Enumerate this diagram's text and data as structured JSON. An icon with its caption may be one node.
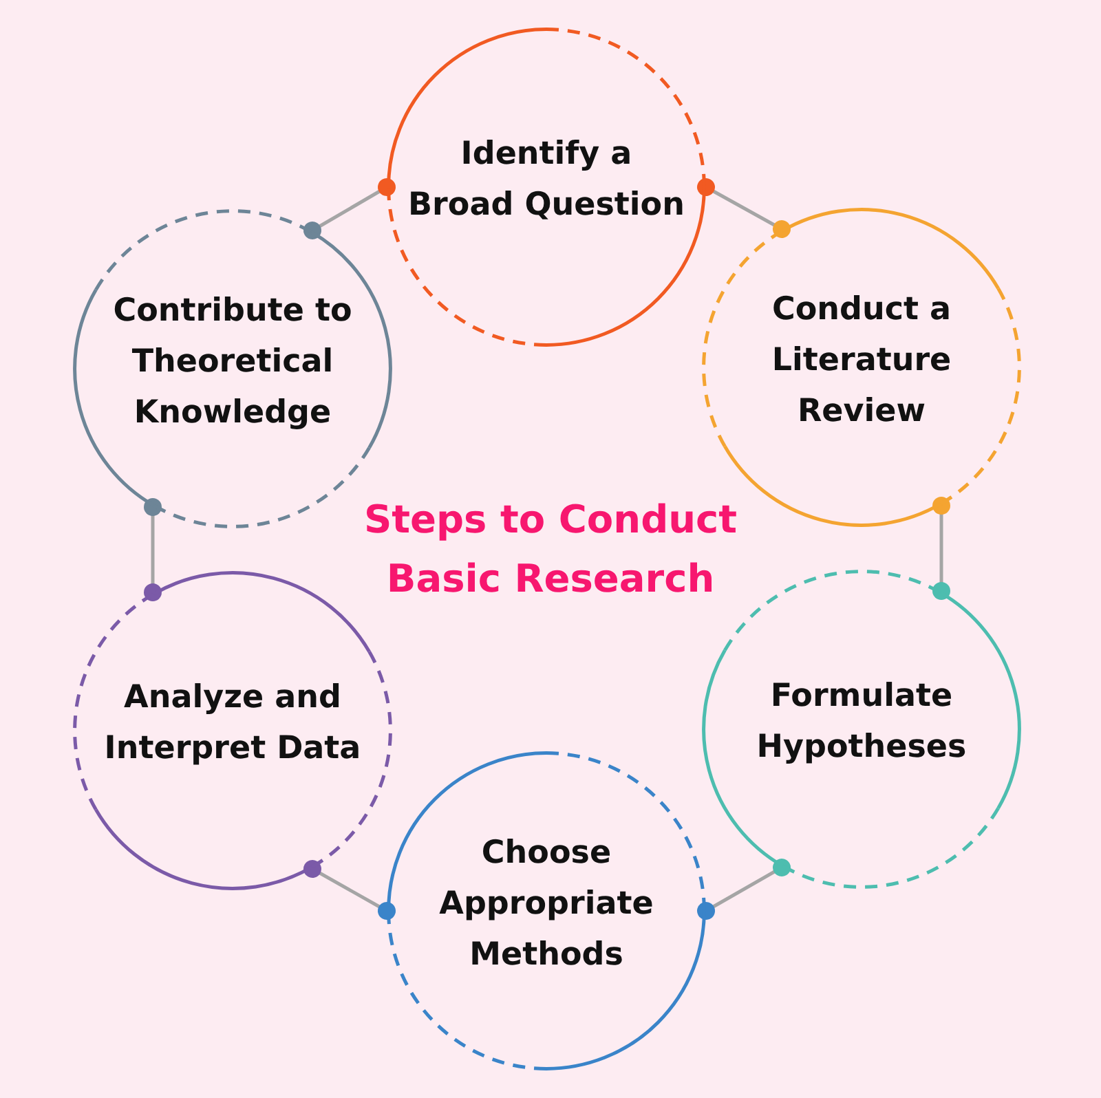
{
  "diagram": {
    "title": "Steps to Conduct Basic Research",
    "nodes": [
      {
        "text": [
          "Identify a Broad Question"
        ]
      },
      {
        "text": [
          "Conduct a Literature Review"
        ]
      },
      {
        "text": [
          "Formulate Hypotheses"
        ]
      },
      {
        "text": [
          "Choose Appropriate Methods"
        ]
      },
      {
        "text": [
          "Analyze and Interpret Data"
        ]
      },
      {
        "text": [
          "Contribute to Theoretical Knowledge"
        ]
      }
    ],
    "edges": [
      {
        "from": 0,
        "to": 1,
        "arrow": "other"
      },
      {
        "from": 1,
        "to": 2,
        "arrow": "other"
      },
      {
        "from": 2,
        "to": 3,
        "arrow": "other"
      },
      {
        "from": 3,
        "to": 4,
        "arrow": "other"
      },
      {
        "from": 4,
        "to": 5,
        "arrow": "other"
      },
      {
        "from": 5,
        "to": 0,
        "arrow": "other"
      }
    ]
  }
}
